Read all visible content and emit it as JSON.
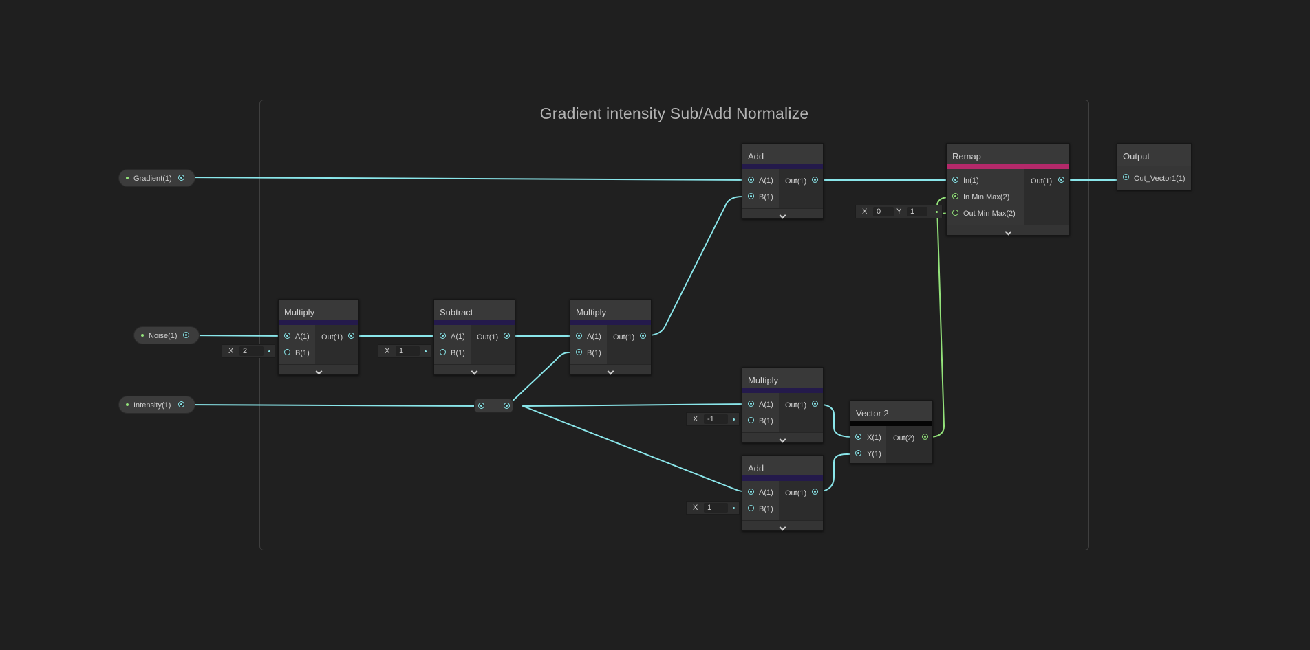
{
  "group": {
    "title": "Gradient intensity Sub/Add Normalize"
  },
  "properties": {
    "gradient": "Gradient(1)",
    "noise": "Noise(1)",
    "intensity": "Intensity(1)"
  },
  "nodes": {
    "multiply1": {
      "title": "Multiply",
      "in_a": "A(1)",
      "in_b": "B(1)",
      "out": "Out(1)",
      "field_label": "X",
      "field_value": "2"
    },
    "subtract": {
      "title": "Subtract",
      "in_a": "A(1)",
      "in_b": "B(1)",
      "out": "Out(1)",
      "field_label": "X",
      "field_value": "1"
    },
    "multiply2": {
      "title": "Multiply",
      "in_a": "A(1)",
      "in_b": "B(1)",
      "out": "Out(1)"
    },
    "add_top": {
      "title": "Add",
      "in_a": "A(1)",
      "in_b": "B(1)",
      "out": "Out(1)"
    },
    "multiply3": {
      "title": "Multiply",
      "in_a": "A(1)",
      "in_b": "B(1)",
      "out": "Out(1)",
      "field_label": "X",
      "field_value": "-1"
    },
    "add_bottom": {
      "title": "Add",
      "in_a": "A(1)",
      "in_b": "B(1)",
      "out": "Out(1)",
      "field_label": "X",
      "field_value": "1"
    },
    "vector2": {
      "title": "Vector 2",
      "in_x": "X(1)",
      "in_y": "Y(1)",
      "out": "Out(2)"
    },
    "remap": {
      "title": "Remap",
      "in": "In(1)",
      "in_minmax": "In Min Max(2)",
      "out_minmax": "Out Min Max(2)",
      "out": "Out(1)",
      "field_x_label": "X",
      "field_x_value": "0",
      "field_y_label": "Y",
      "field_y_value": "1"
    },
    "output": {
      "title": "Output",
      "in": "Out_Vector1(1)"
    }
  },
  "colors": {
    "float_wire": "#8ae6ea",
    "vector2_wire": "#93e27a",
    "remap_accent": "#b4296a",
    "math_accent": "#241a4b"
  }
}
